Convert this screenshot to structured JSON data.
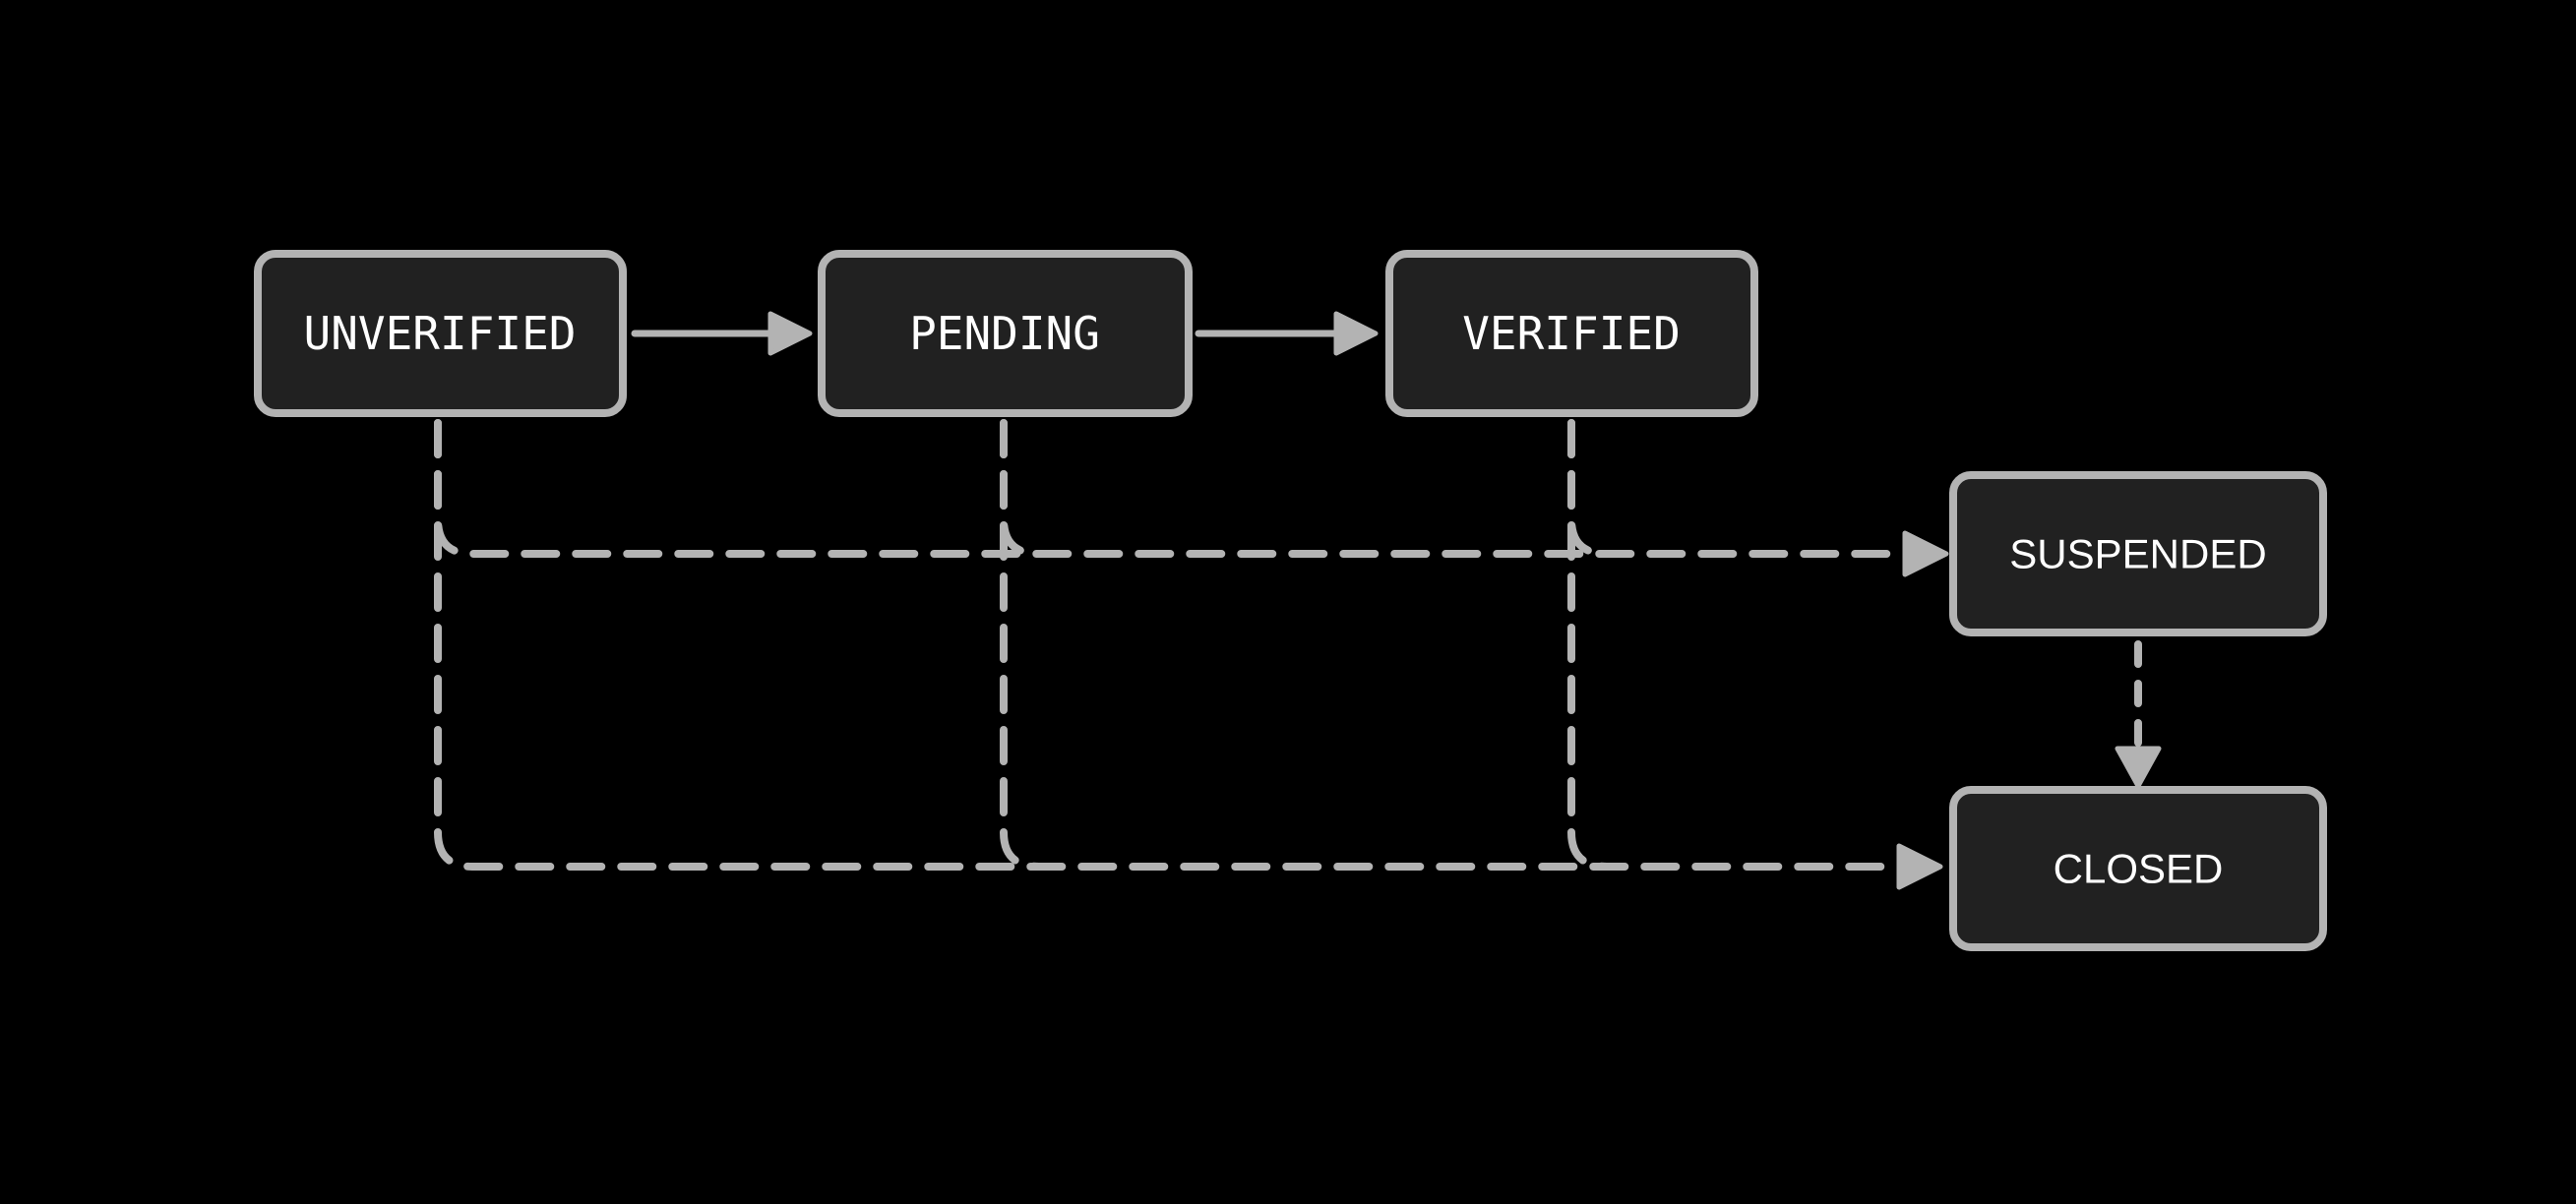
{
  "diagram": {
    "type": "state-transition-flowchart",
    "nodes": [
      {
        "id": "unverified",
        "label": "UNVERIFIED"
      },
      {
        "id": "pending",
        "label": "PENDING"
      },
      {
        "id": "verified",
        "label": "VERIFIED"
      },
      {
        "id": "suspended",
        "label": "SUSPENDED"
      },
      {
        "id": "closed",
        "label": "CLOSED"
      }
    ],
    "edges": [
      {
        "from": "unverified",
        "to": "pending",
        "style": "solid"
      },
      {
        "from": "pending",
        "to": "verified",
        "style": "solid"
      },
      {
        "from": "unverified",
        "to": "suspended",
        "style": "dashed"
      },
      {
        "from": "unverified",
        "to": "closed",
        "style": "dashed"
      },
      {
        "from": "pending",
        "to": "suspended",
        "style": "dashed"
      },
      {
        "from": "pending",
        "to": "closed",
        "style": "dashed"
      },
      {
        "from": "verified",
        "to": "suspended",
        "style": "dashed"
      },
      {
        "from": "verified",
        "to": "closed",
        "style": "dashed"
      },
      {
        "from": "suspended",
        "to": "closed",
        "style": "dashed"
      }
    ],
    "colors": {
      "background": "#000000",
      "node_fill": "#212121",
      "node_border": "#b3b3b3",
      "connector": "#b3b3b3",
      "label_text": "#ffffff"
    }
  }
}
